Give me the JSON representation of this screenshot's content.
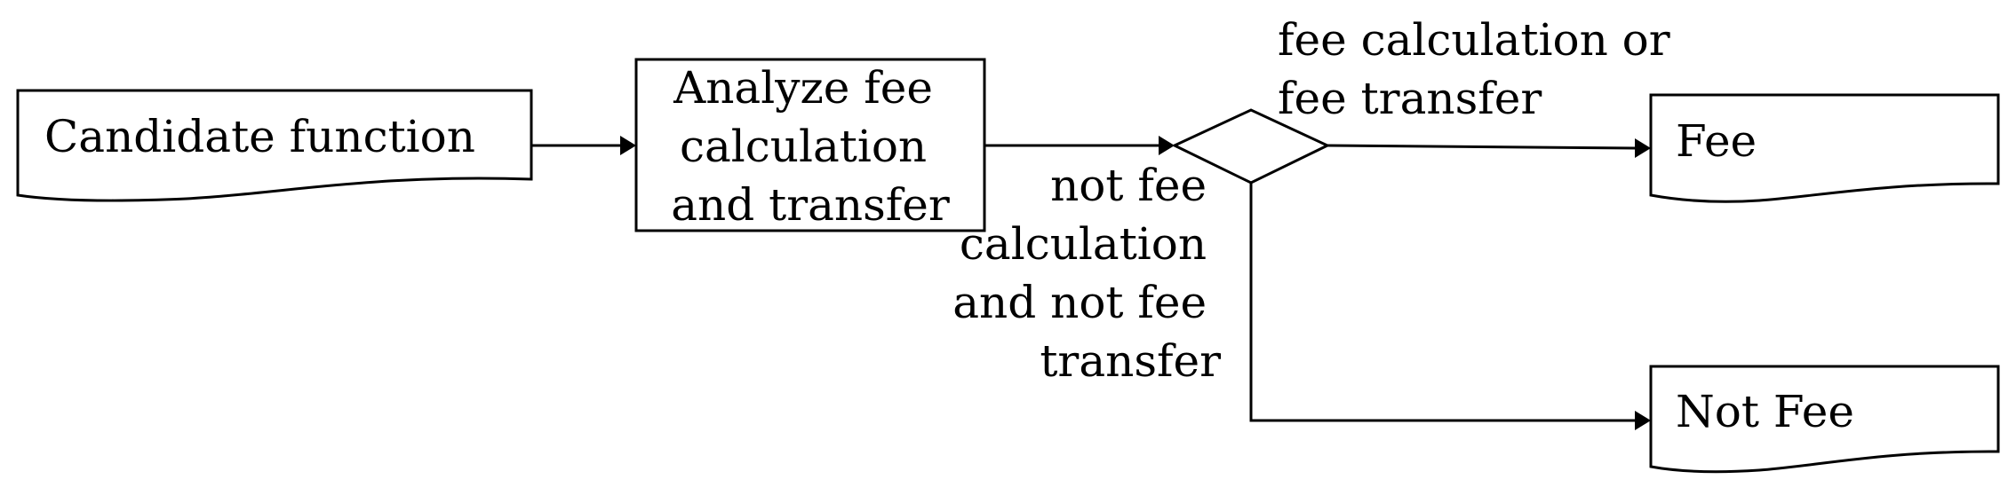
{
  "nodes": {
    "candidate": {
      "label": "Candidate function"
    },
    "analyze": {
      "lines": [
        "Analyze fee",
        "calculation",
        "and transfer"
      ]
    },
    "fee": {
      "label": "Fee"
    },
    "not_fee": {
      "label": "Not Fee"
    }
  },
  "edges": {
    "yes": {
      "lines": [
        "fee calculation or",
        "fee transfer"
      ]
    },
    "no": {
      "lines": [
        "not fee",
        "calculation",
        "and not fee",
        "transfer"
      ]
    }
  }
}
